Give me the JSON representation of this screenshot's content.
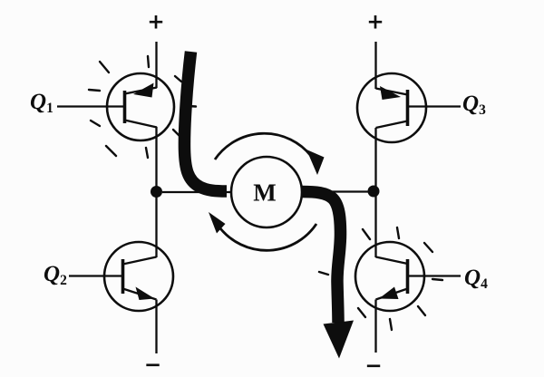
{
  "colors": {
    "ink": "#0d0d0d",
    "background": "#fcfcfc"
  },
  "supply": {
    "positive_label": "+",
    "negative_label": "−"
  },
  "motor": {
    "label": "M"
  },
  "transistors": [
    {
      "prefix": "Q",
      "subscript": "1",
      "highlighted": true
    },
    {
      "prefix": "Q",
      "subscript": "2",
      "highlighted": false
    },
    {
      "prefix": "Q",
      "subscript": "3",
      "highlighted": false
    },
    {
      "prefix": "Q",
      "subscript": "4",
      "highlighted": true
    }
  ]
}
